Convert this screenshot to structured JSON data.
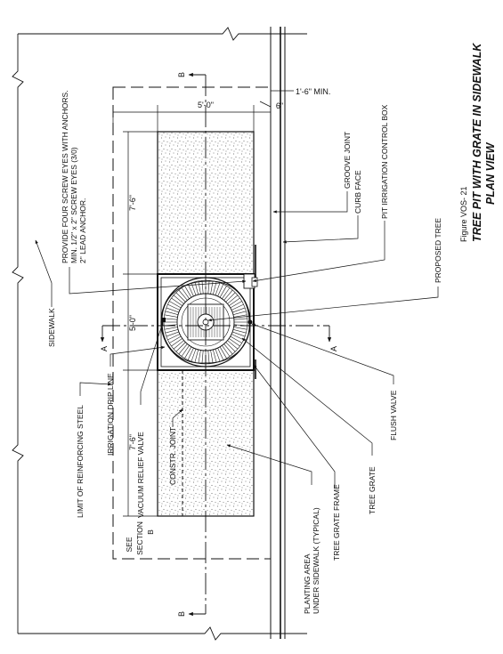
{
  "figure": {
    "number": "Figure VOS- 21",
    "title": "TREE PIT WITH GRATE IN SIDEWALK",
    "subtitle": "PLAN VIEW"
  },
  "dimensions": {
    "width_pit": "5'-0\"",
    "min_offset": "1'-6\" MIN.",
    "small_offset": "6\"",
    "length_upper": "7'-6\"",
    "grate_size": "5'-0\"",
    "length_lower": "7'-6\""
  },
  "section_marks": {
    "b_top": "B",
    "b_bottom": "B",
    "a_left": "A",
    "a_right": "A",
    "see_section": "SEE",
    "section": "SECTION",
    "section_letter": "B"
  },
  "labels": {
    "screw_eyes_1": "PROVIDE FOUR SCREW EYES WITH ANCHORS.",
    "screw_eyes_2": "MIN. 1/2\" x 2\" SCREW EYES (3/0)",
    "screw_eyes_3": "2\" LEAD ANCHOR.",
    "sidewalk": "SIDEWALK",
    "limit_steel": "LIMIT OF REINFORCING STEEL",
    "drip_line": "IRRIGATION DRIP LINE",
    "vacuum_valve": "VACUUM RELIEF VALVE",
    "constr_joint": "CONSTR. JOINT",
    "planting_1": "PLANTING AREA",
    "planting_2": "UNDER SIDEWALK (TYPICAL)",
    "grate_frame": "TREE GRATE FRAME",
    "tree_grate": "TREE GRATE",
    "flush_valve": "FLUSH VALVE",
    "proposed_tree": "PROPOSED TREE",
    "control_box": "PIT IRRIGATION CONTROL BOX",
    "curb_face": "CURB FACE",
    "groove_joint": "GROOVE JOINT"
  }
}
